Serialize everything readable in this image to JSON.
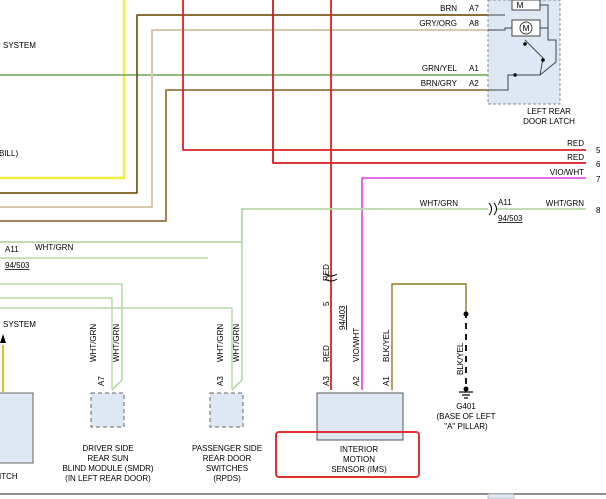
{
  "colors": {
    "yellow": "#f2ee3a",
    "green": "#6aa84f",
    "brown": "#7a5a1e",
    "tan": "#d8c6ad",
    "red": "#e02020",
    "red_dark": "#d41a1a",
    "violet": "#e040e0",
    "white_green": "#b6d7a8",
    "black_yellow": "#8a7a20",
    "component_fill": "#dde8f4",
    "highlight": "#e03030"
  },
  "left_labels": {
    "system_top": "SYSTEM",
    "bill": "BILL)",
    "system_mid": "SYSTEM",
    "switch": "ITCH"
  },
  "latch": {
    "title_line1": "LEFT REAR",
    "title_line2": "DOOR LATCH",
    "motor_symbol": "M",
    "pins": [
      {
        "wire": "BRN",
        "pin": "A7"
      },
      {
        "wire": "GRY/ORG",
        "pin": "A8"
      },
      {
        "wire": "GRN/YEL",
        "pin": "A1"
      },
      {
        "wire": "BRN/GRY",
        "pin": "A2"
      }
    ]
  },
  "right_edge": {
    "wires": [
      {
        "label": "RED",
        "number": "5"
      },
      {
        "label": "RED",
        "number": "6"
      },
      {
        "label": "VIO/WHT",
        "number": "7"
      },
      {
        "label": "WHT/GRN",
        "number": "8"
      }
    ],
    "wire8_left_label": "WHT/GRN",
    "connector_pin": "A11",
    "connector_ref": "94/503"
  },
  "left_connector": {
    "pin": "A11",
    "ref": "94/503",
    "wire": "WHT/GRN"
  },
  "smdr": {
    "wire_a": "WHT/GRN",
    "wire_b": "WHT/GRN",
    "pin": "A7",
    "name_lines": [
      "DRIVER SIDE",
      "REAR SUN",
      "BLIND MODULE (SMDR)",
      "(IN LEFT REAR DOOR)"
    ]
  },
  "rpds": {
    "wire_a": "WHT/GRN",
    "wire_b": "WHT/GRN",
    "pin": "A3",
    "name_lines": [
      "PASSENGER SIDE",
      "REAR DOOR",
      "SWITCHES",
      "(RPDS)"
    ]
  },
  "ims": {
    "inline_wire": "RED",
    "inline_pin": "5",
    "inline_ref": "94/403",
    "pins": [
      {
        "wire": "RED",
        "pin": "A3"
      },
      {
        "wire": "VIO/WHT",
        "pin": "A2"
      },
      {
        "wire": "BLK/YEL",
        "pin": "A1"
      }
    ],
    "name_lines": [
      "INTERIOR",
      "MOTION",
      "SENSOR (IMS)"
    ]
  },
  "ground": {
    "wire": "BLK/YEL",
    "name": "G401",
    "location_lines": [
      "(BASE OF LEFT",
      "\"A\" PILLAR)"
    ]
  }
}
